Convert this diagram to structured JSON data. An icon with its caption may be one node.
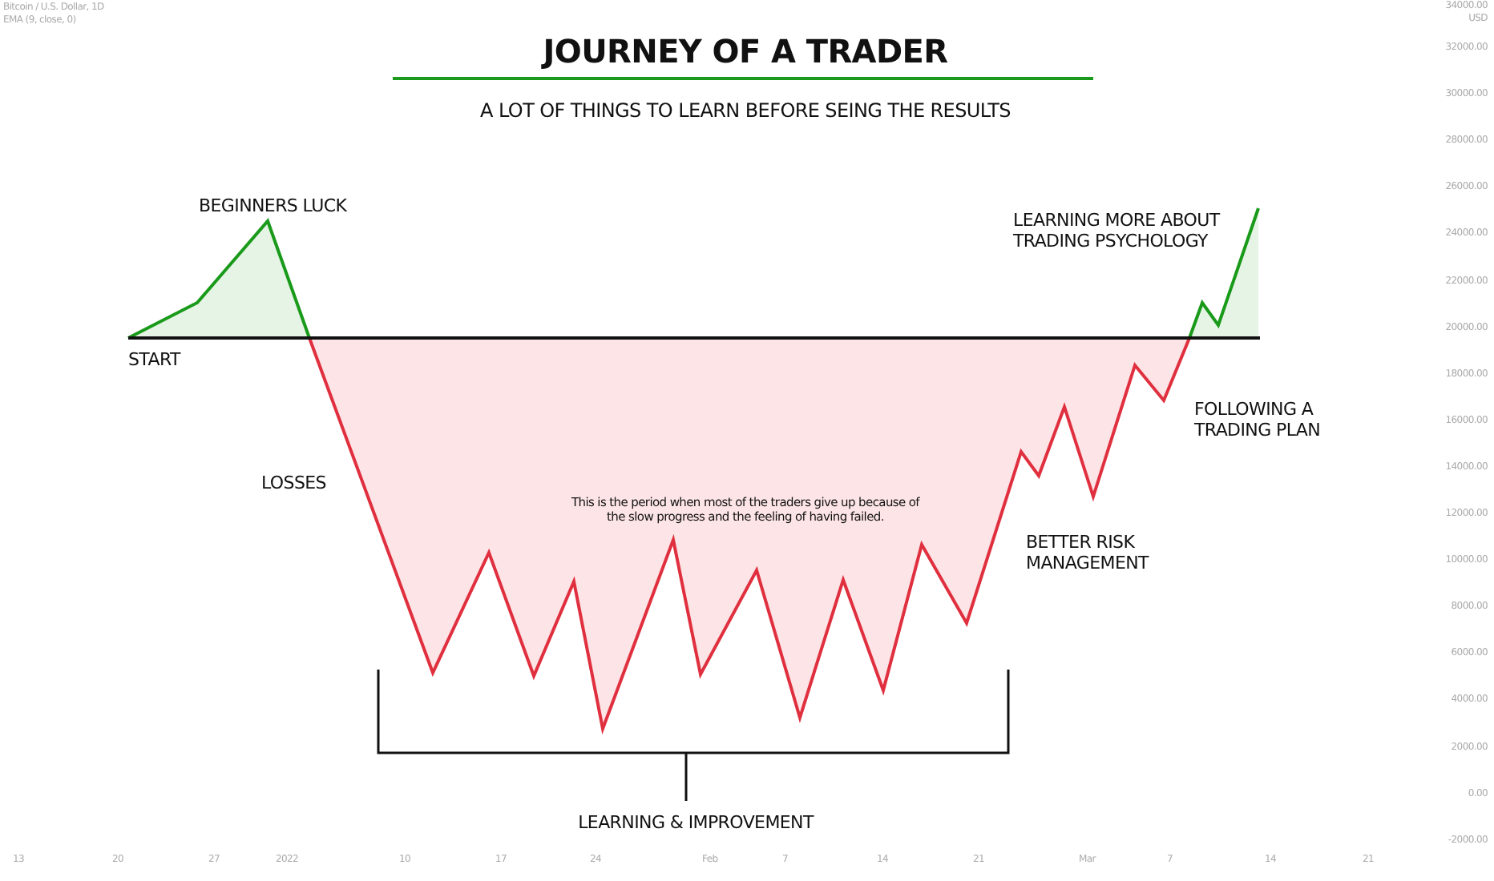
{
  "diagram": {
    "title": "JOURNEY OF A TRADER",
    "labels": [
      "Bitcoin / U.S. Dollar, 1D",
      "EMA (9, close, 0)",
      "A LOT OF THINGS TO LEARN BEFORE SEING THE RESULTS",
      "BEGINNERS LUCK",
      "LEARNING MORE ABOUT TRADING PSYCHOLOGY",
      "START",
      "FOLLOWING A TRADING PLAN",
      "LOSSES",
      "This is the period when most of the traders give up because of the slow progress and the feeling of having failed.",
      "BETTER RISK MANAGEMENT",
      "LEARNING & IMPROVEMENT",
      "34000.00",
      "USD",
      "32000.00",
      "30000.00",
      "28000.00",
      "26000.00",
      "24000.00",
      "22000.00",
      "20000.00",
      "18000.00",
      "16000.00",
      "14000.00",
      "12000.00",
      "10000.00",
      "8000.00",
      "6000.00",
      "4000.00",
      "2000.00",
      "0.00",
      "-2000.00",
      "13",
      "20",
      "27",
      "2022",
      "10",
      "17",
      "24",
      "Feb",
      "7",
      "14",
      "21",
      "Mar",
      "7",
      "14",
      "21"
    ]
  }
}
